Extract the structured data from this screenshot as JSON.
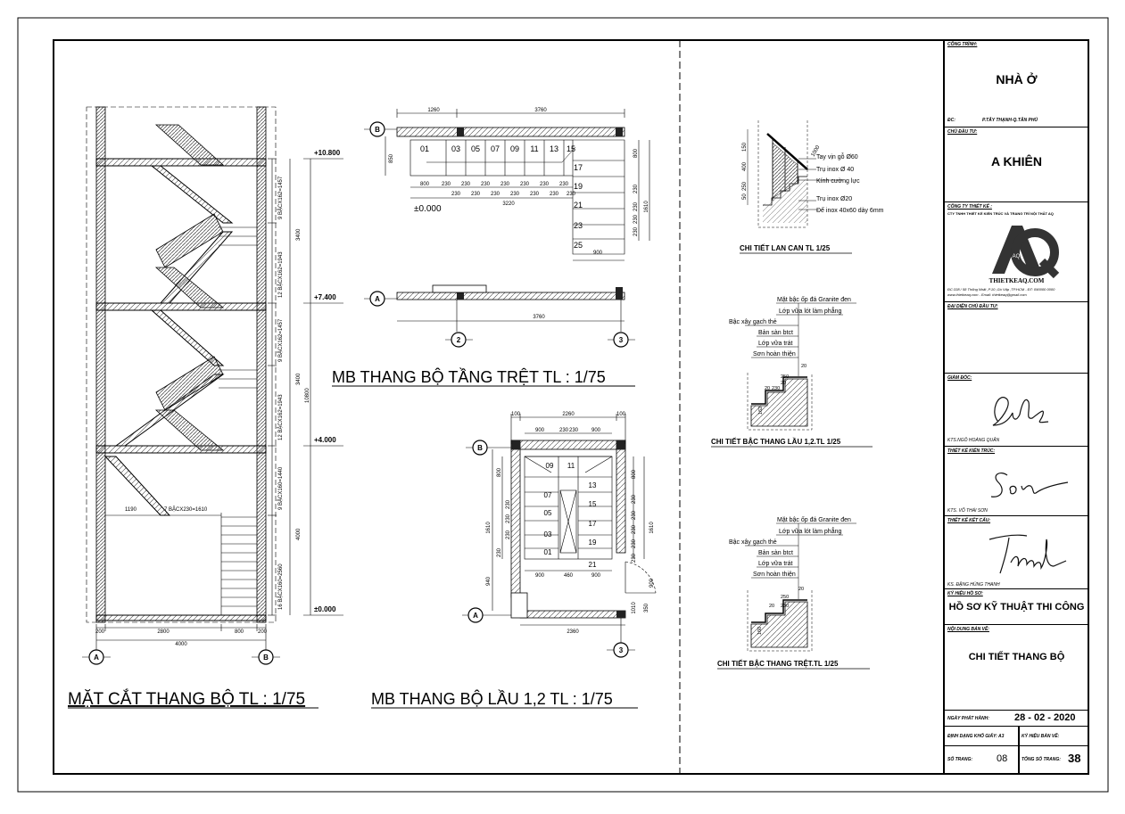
{
  "titles": {
    "section": "MẶT CẮT THANG BỘ TL : 1/75",
    "ground_plan": "MB THANG BỘ TẦNG TRỆT TL : 1/75",
    "upper_plan": "MB THANG BỘ LẦU 1,2 TL : 1/75",
    "railing": "CHI TIẾT LAN CAN TL 1/25",
    "step_upper": "CHI TIẾT BẬC THANG LẦU 1,2.TL 1/25",
    "step_ground": "CHI TIẾT BẬC THANG TRỆT.TL 1/25"
  },
  "section": {
    "levels": [
      "+10.800",
      "+7.400",
      "+4.000",
      "±0.000"
    ],
    "flight_labels": [
      "9 BẬCX162=1457",
      "12 BẬCX162=1943",
      "9 BẬCX162=1457",
      "12 BẬCX162=1943",
      "9 BẬCX160=1440",
      "16 BẬCX160=2560"
    ],
    "floor_heights": [
      "3400",
      "3400",
      "4000"
    ],
    "total_height": "10800",
    "landing_label": "7 BẬCX230=1610",
    "landing_dim": "1190",
    "bottom_dims": [
      "200",
      "2800",
      "800",
      "200"
    ],
    "overall_width": "4000",
    "axes": [
      "A",
      "B"
    ]
  },
  "ground_plan": {
    "top_dims": [
      "1260",
      "3760"
    ],
    "bottom_dim": "3760",
    "left_dim": "850",
    "step_numbers": [
      "01",
      "03",
      "05",
      "07",
      "09",
      "11",
      "13",
      "15",
      "17",
      "19",
      "21",
      "23",
      "25"
    ],
    "tread_row_1": [
      "800",
      "230",
      "230",
      "230",
      "230",
      "230",
      "230",
      "230"
    ],
    "tread_row_2": [
      "230",
      "230",
      "230",
      "230",
      "230",
      "230",
      "230"
    ],
    "run_length": "3220",
    "right_dims": [
      "800",
      "230",
      "230",
      "230",
      "230",
      "1610"
    ],
    "landing_width": "900",
    "level": "±0.000",
    "axes": [
      "B",
      "A",
      "2",
      "3"
    ]
  },
  "upper_plan": {
    "top_dims": [
      "100",
      "2260",
      "100"
    ],
    "top_dims_2": [
      "900",
      "230",
      "230",
      "900"
    ],
    "step_numbers": [
      "09",
      "11",
      "13",
      "07",
      "15",
      "05",
      "17",
      "03",
      "19",
      "01",
      "21"
    ],
    "left_dims": [
      "800",
      "230",
      "230",
      "1610",
      "230",
      "230",
      "940"
    ],
    "right_dims": [
      "800",
      "230",
      "230",
      "230",
      "230",
      "1610",
      "230",
      "900"
    ],
    "mid_dims": [
      "900",
      "460",
      "900"
    ],
    "bottom_dim": "2360",
    "small_dims": [
      "1010",
      "350"
    ],
    "axes": [
      "B",
      "A",
      "3"
    ]
  },
  "railing": {
    "labels": [
      "Tay vịn gỗ Ø60",
      "Trụ inox Ø 40",
      "Kính cường lực",
      "Trụ inox Ø20",
      "Đế inox 40x60 dày 6mm"
    ],
    "dims": [
      "150",
      "400",
      "250",
      "50",
      "1000"
    ]
  },
  "step_layers": [
    "Mặt bậc ốp đá Granite đen",
    "Lớp vữa lót làm phẳng",
    "Bậc xây gạch thẻ",
    "Bản sàn btct",
    "Lớp vữa trát",
    "Sơn hoàn thiện"
  ],
  "step_dims_upper": [
    "20",
    "250",
    "20",
    "230",
    "20",
    "162"
  ],
  "step_dims_ground": [
    "20",
    "250",
    "20",
    "230",
    "160"
  ],
  "title_block": {
    "project_label": "CÔNG TRÌNH:",
    "project": "NHÀ Ở",
    "address_label": "ĐC:",
    "address": "P.TÂY THẠNH-Q.TÂN PHÚ",
    "owner_label": "CHỦ ĐẦU TƯ:",
    "owner": "A KHIÊN",
    "designer_label": "CÔNG TY THIẾT KẾ :",
    "designer": "CTY TNHH THIẾT KẾ KIẾN TRÚC VÀ TRANG TRÍ NỘI THẤT AQ",
    "logo_text": "AQ",
    "logo_site": "THIETKEAQ.COM",
    "company_address": "ĐC:338 / 58 Thống Nhất ,P.10 ,Gò Vấp ,TP.HCM - ĐT: 090000 0000",
    "company_web": "www.thietkeaq.com - Email: thietkeaq@gmail.com",
    "rep_label": "ĐẠI DIỆN CHỦ ĐẦU TƯ:",
    "director_label": "GIÁM ĐỐC:",
    "director": "KTS.NGÔ HOÀNG QUÂN",
    "arch_label": "THIẾT KẾ KIẾN TRÚC:",
    "arch": "KTS. VÕ THÁI SƠN",
    "struct_label": "THIẾT KẾ KẾT CẤU:",
    "struct": "KS. ĐẶNG HÙNG THANH",
    "symbol_label": "KÝ HIỆU HỒ SƠ:",
    "symbol": "HỒ SƠ KỸ THUẬT THI CÔNG",
    "content_label": "NỘI DUNG BẢN VẼ:",
    "content": "CHI TIẾT THANG BỘ",
    "date_label": "NGÀY PHÁT HÀNH:",
    "date": "28 - 02 - 2020",
    "format_label": "ĐỊNH DẠNG KHỔ GIẤY: A3",
    "sheet_code_label": "KÝ HIỆU BẢN VẼ:",
    "sheet_no_label": "SỐ TRANG:",
    "sheet_no": "08",
    "total_label": "TỔNG SỐ TRANG:",
    "total": "38"
  },
  "colors": {
    "ink": "#000000",
    "wall_hatch": "#555555",
    "signature": "#111111"
  }
}
